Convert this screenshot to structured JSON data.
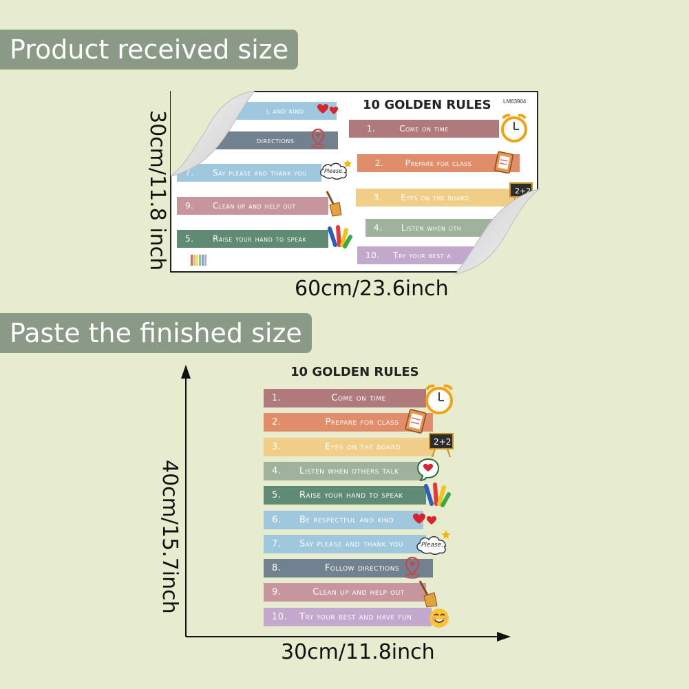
{
  "sections": {
    "received_label": "Product received size",
    "finished_label": "Paste the finished size"
  },
  "dimensions": {
    "received_height": "30cm/11.8 inch",
    "received_width": "60cm/23.6inch",
    "finished_height": "40cm/15.7inch",
    "finished_width": "30cm/11.8inch"
  },
  "poster": {
    "title": "10   GOLDEN RULES",
    "code": "LM63904",
    "rules": [
      {
        "num": "1.",
        "text": "Come on time",
        "color": "#b07a7d",
        "icon": "alarm-clock-icon"
      },
      {
        "num": "2.",
        "text": "Prepare for class",
        "color": "#e18d6a",
        "icon": "clipboard-icon"
      },
      {
        "num": "3.",
        "text": "Eyes on the board",
        "color": "#f1ce88",
        "icon": "chalkboard-icon"
      },
      {
        "num": "4.",
        "text": "Listen when others talk",
        "color": "#9fb29b",
        "icon": "speech-heart-icon"
      },
      {
        "num": "5.",
        "text": "Raise your hand to speak",
        "color": "#5f8a73",
        "icon": "raised-hands-icon"
      },
      {
        "num": "6.",
        "text": "Be respectful and kind",
        "color": "#9fc7de",
        "icon": "hearts-icon"
      },
      {
        "num": "7.",
        "text": "Say please and thank you",
        "color": "#9fc7de",
        "icon": "please-cloud-icon"
      },
      {
        "num": "8.",
        "text": "Follow directions",
        "color": "#71818f",
        "icon": "map-pin-icon"
      },
      {
        "num": "9.",
        "text": "Clean up and help out",
        "color": "#c7959c",
        "icon": "broom-icon"
      },
      {
        "num": "10.",
        "text": "Try your best and have fun",
        "color": "#c3a8cd",
        "icon": "smiley-icon"
      }
    ],
    "sheet_fragments": {
      "rule6_partial": "l and kind",
      "rule8_partial": "directions",
      "rule4_partial": "Listen when oth",
      "rule10_partial": "Try your best a"
    },
    "please_text": "Please..."
  }
}
